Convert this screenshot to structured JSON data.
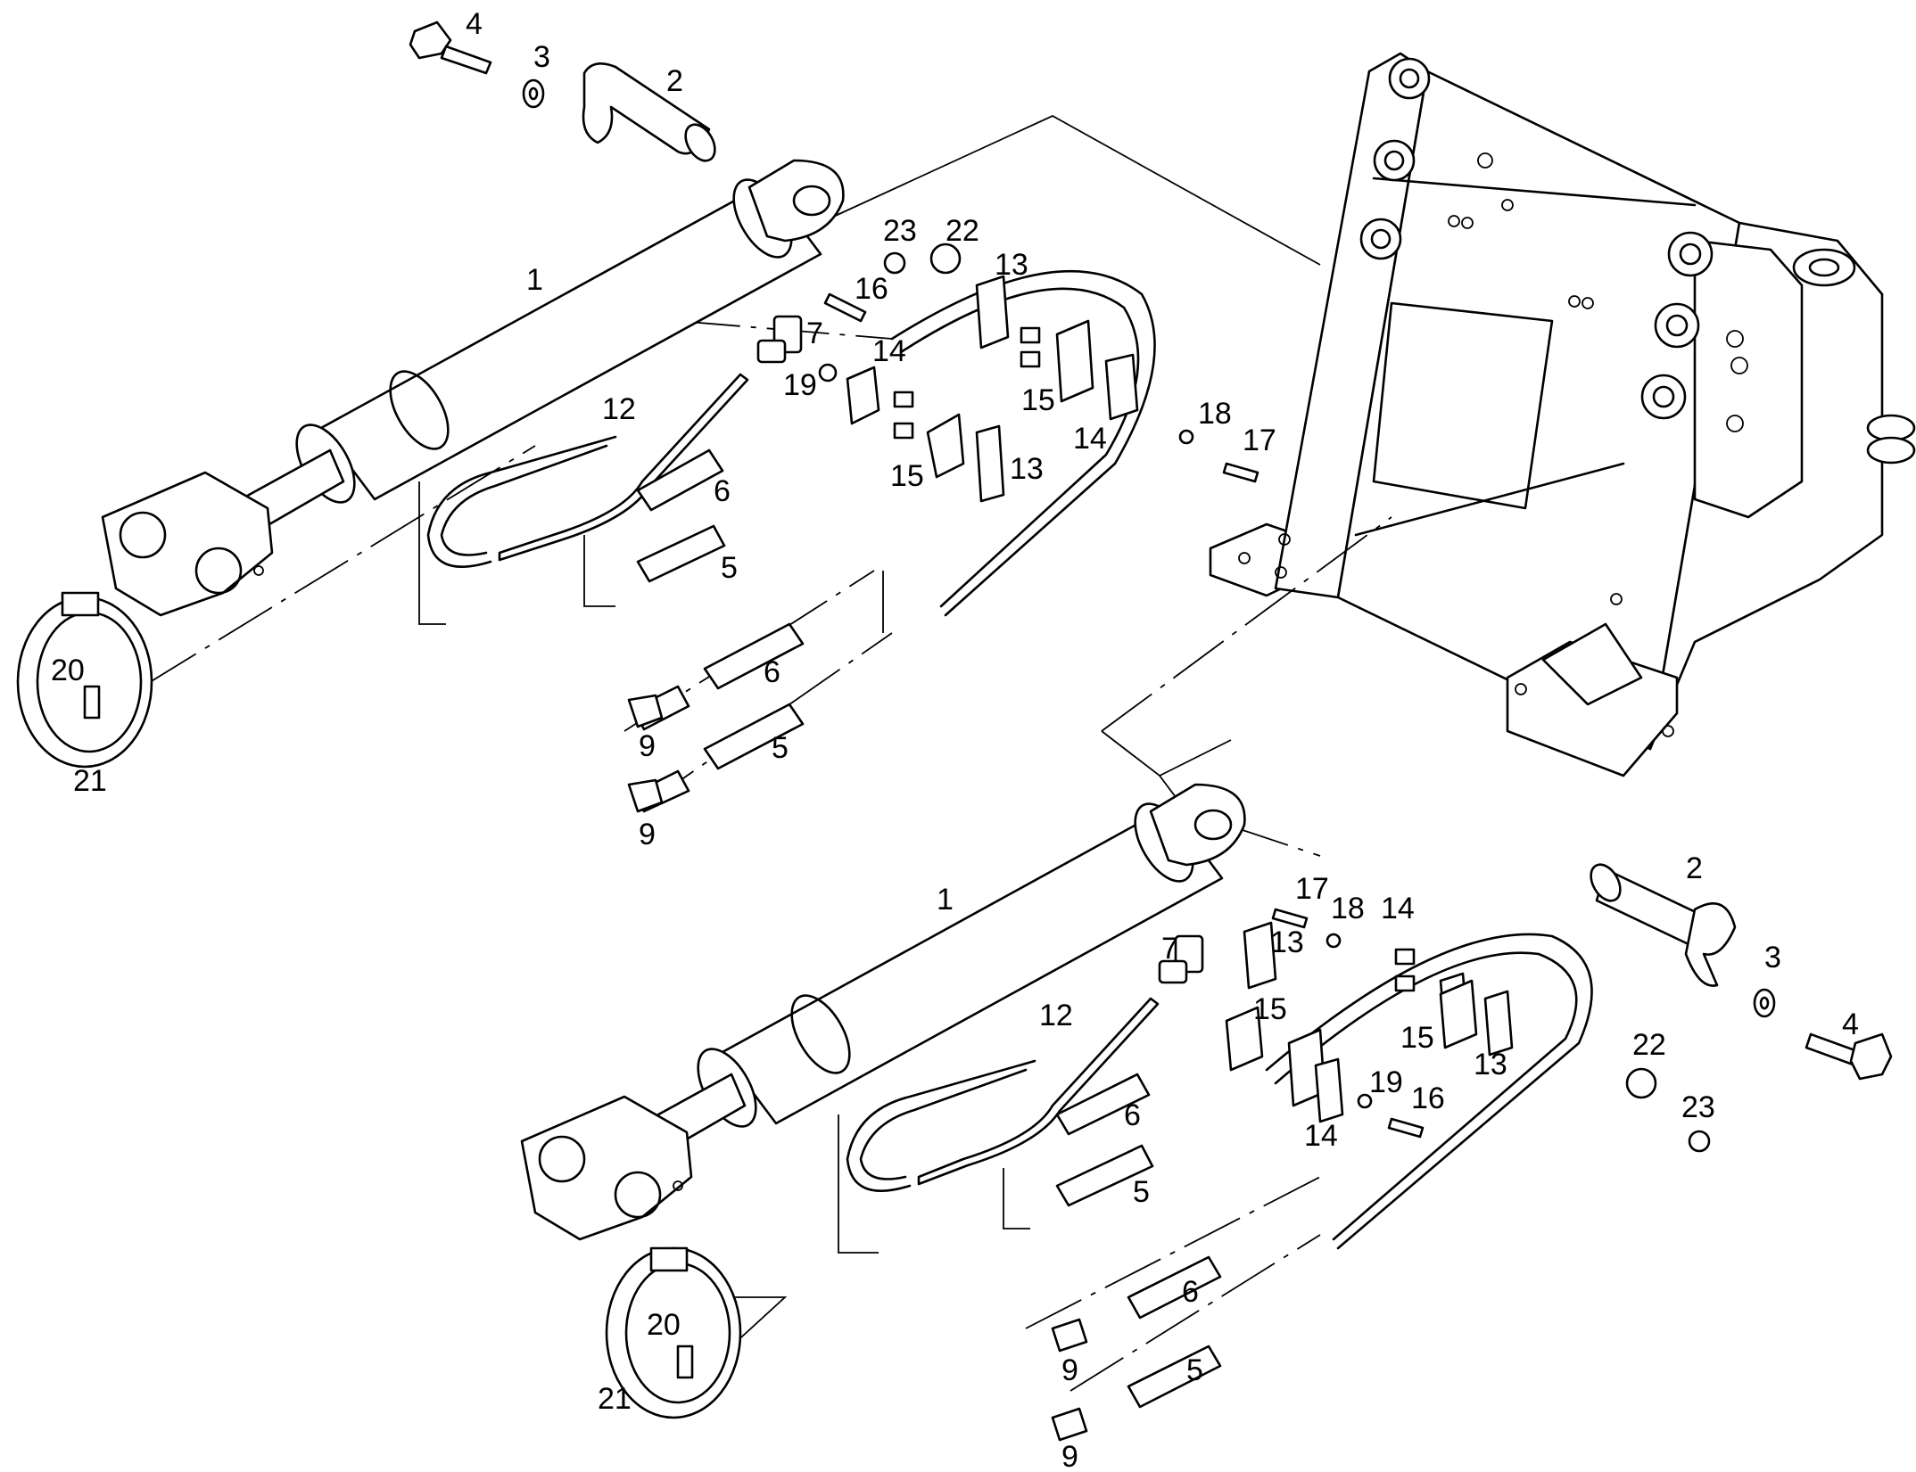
{
  "callouts": {
    "c1a": "1",
    "c2a": "2",
    "c3a": "3",
    "c4a": "4",
    "c5a": "5",
    "c5b": "5",
    "c6a": "6",
    "c6b": "6",
    "c7a": "7",
    "c9a": "9",
    "c9b": "9",
    "c12a": "12",
    "c13a": "13",
    "c13b": "13",
    "c14a": "14",
    "c14b": "14",
    "c15a": "15",
    "c15b": "15",
    "c16a": "16",
    "c17a": "17",
    "c18a": "18",
    "c19a": "19",
    "c20a": "20",
    "c21a": "21",
    "c22a": "22",
    "c23a": "23",
    "d1a": "1",
    "d2a": "2",
    "d3a": "3",
    "d4a": "4",
    "d5a": "5",
    "d5b": "5",
    "d6a": "6",
    "d6b": "6",
    "d7a": "7",
    "d9a": "9",
    "d9b": "9",
    "d12a": "12",
    "d13a": "13",
    "d13b": "13",
    "d14a": "14",
    "d14b": "14",
    "d15a": "15",
    "d15b": "15",
    "d16a": "16",
    "d17a": "17",
    "d18a": "18",
    "d19a": "19",
    "d20a": "20",
    "d21a": "21",
    "d22a": "22",
    "d23a": "23"
  }
}
